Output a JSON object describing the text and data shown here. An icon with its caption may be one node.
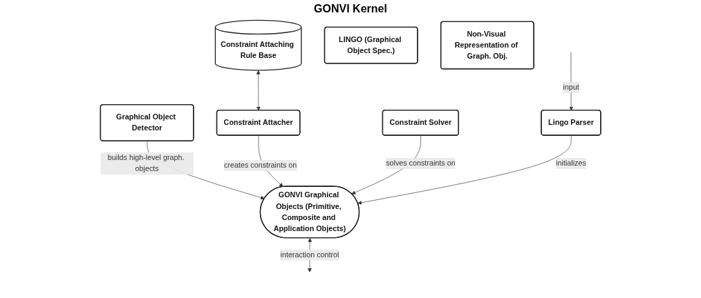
{
  "diagram": {
    "title": "GONVI Kernel",
    "nodes": [
      {
        "text": [
          "Graphical Object Detector"
        ]
      },
      {
        "text": [
          "Constraint Attaching Rule Base"
        ]
      },
      {
        "text": [
          "Constraint Attacher"
        ]
      },
      {
        "text": [
          "Constraint Solver"
        ]
      },
      {
        "text": [
          "LINGO (Graphical Object Spec.)"
        ]
      },
      {
        "text": [
          "Non-Visual Representation of Graph. Obj."
        ]
      },
      {
        "text": [
          "Lingo Parser"
        ]
      },
      {
        "text": [
          "GONVI Graphical Objects (Primitive, Composite and Application Objects)"
        ]
      }
    ],
    "edges": [
      {
        "from": 1,
        "to": 2,
        "arrow": "both"
      },
      {
        "from": 0,
        "to": 7,
        "label": "builds high-level graph. objects",
        "arrow": "to"
      },
      {
        "from": 2,
        "to": 7,
        "label": "creates constraints on",
        "arrow": "to"
      },
      {
        "from": 3,
        "to": 7,
        "label": "solves constraints on",
        "arrow": "to"
      },
      {
        "from": null,
        "to": 6,
        "label": "input",
        "arrow": "to"
      },
      {
        "from": 6,
        "to": 7,
        "label": "initializes",
        "arrow": "to"
      },
      {
        "from": 7,
        "to": null,
        "label": "interaction control",
        "arrow": "both"
      }
    ]
  }
}
